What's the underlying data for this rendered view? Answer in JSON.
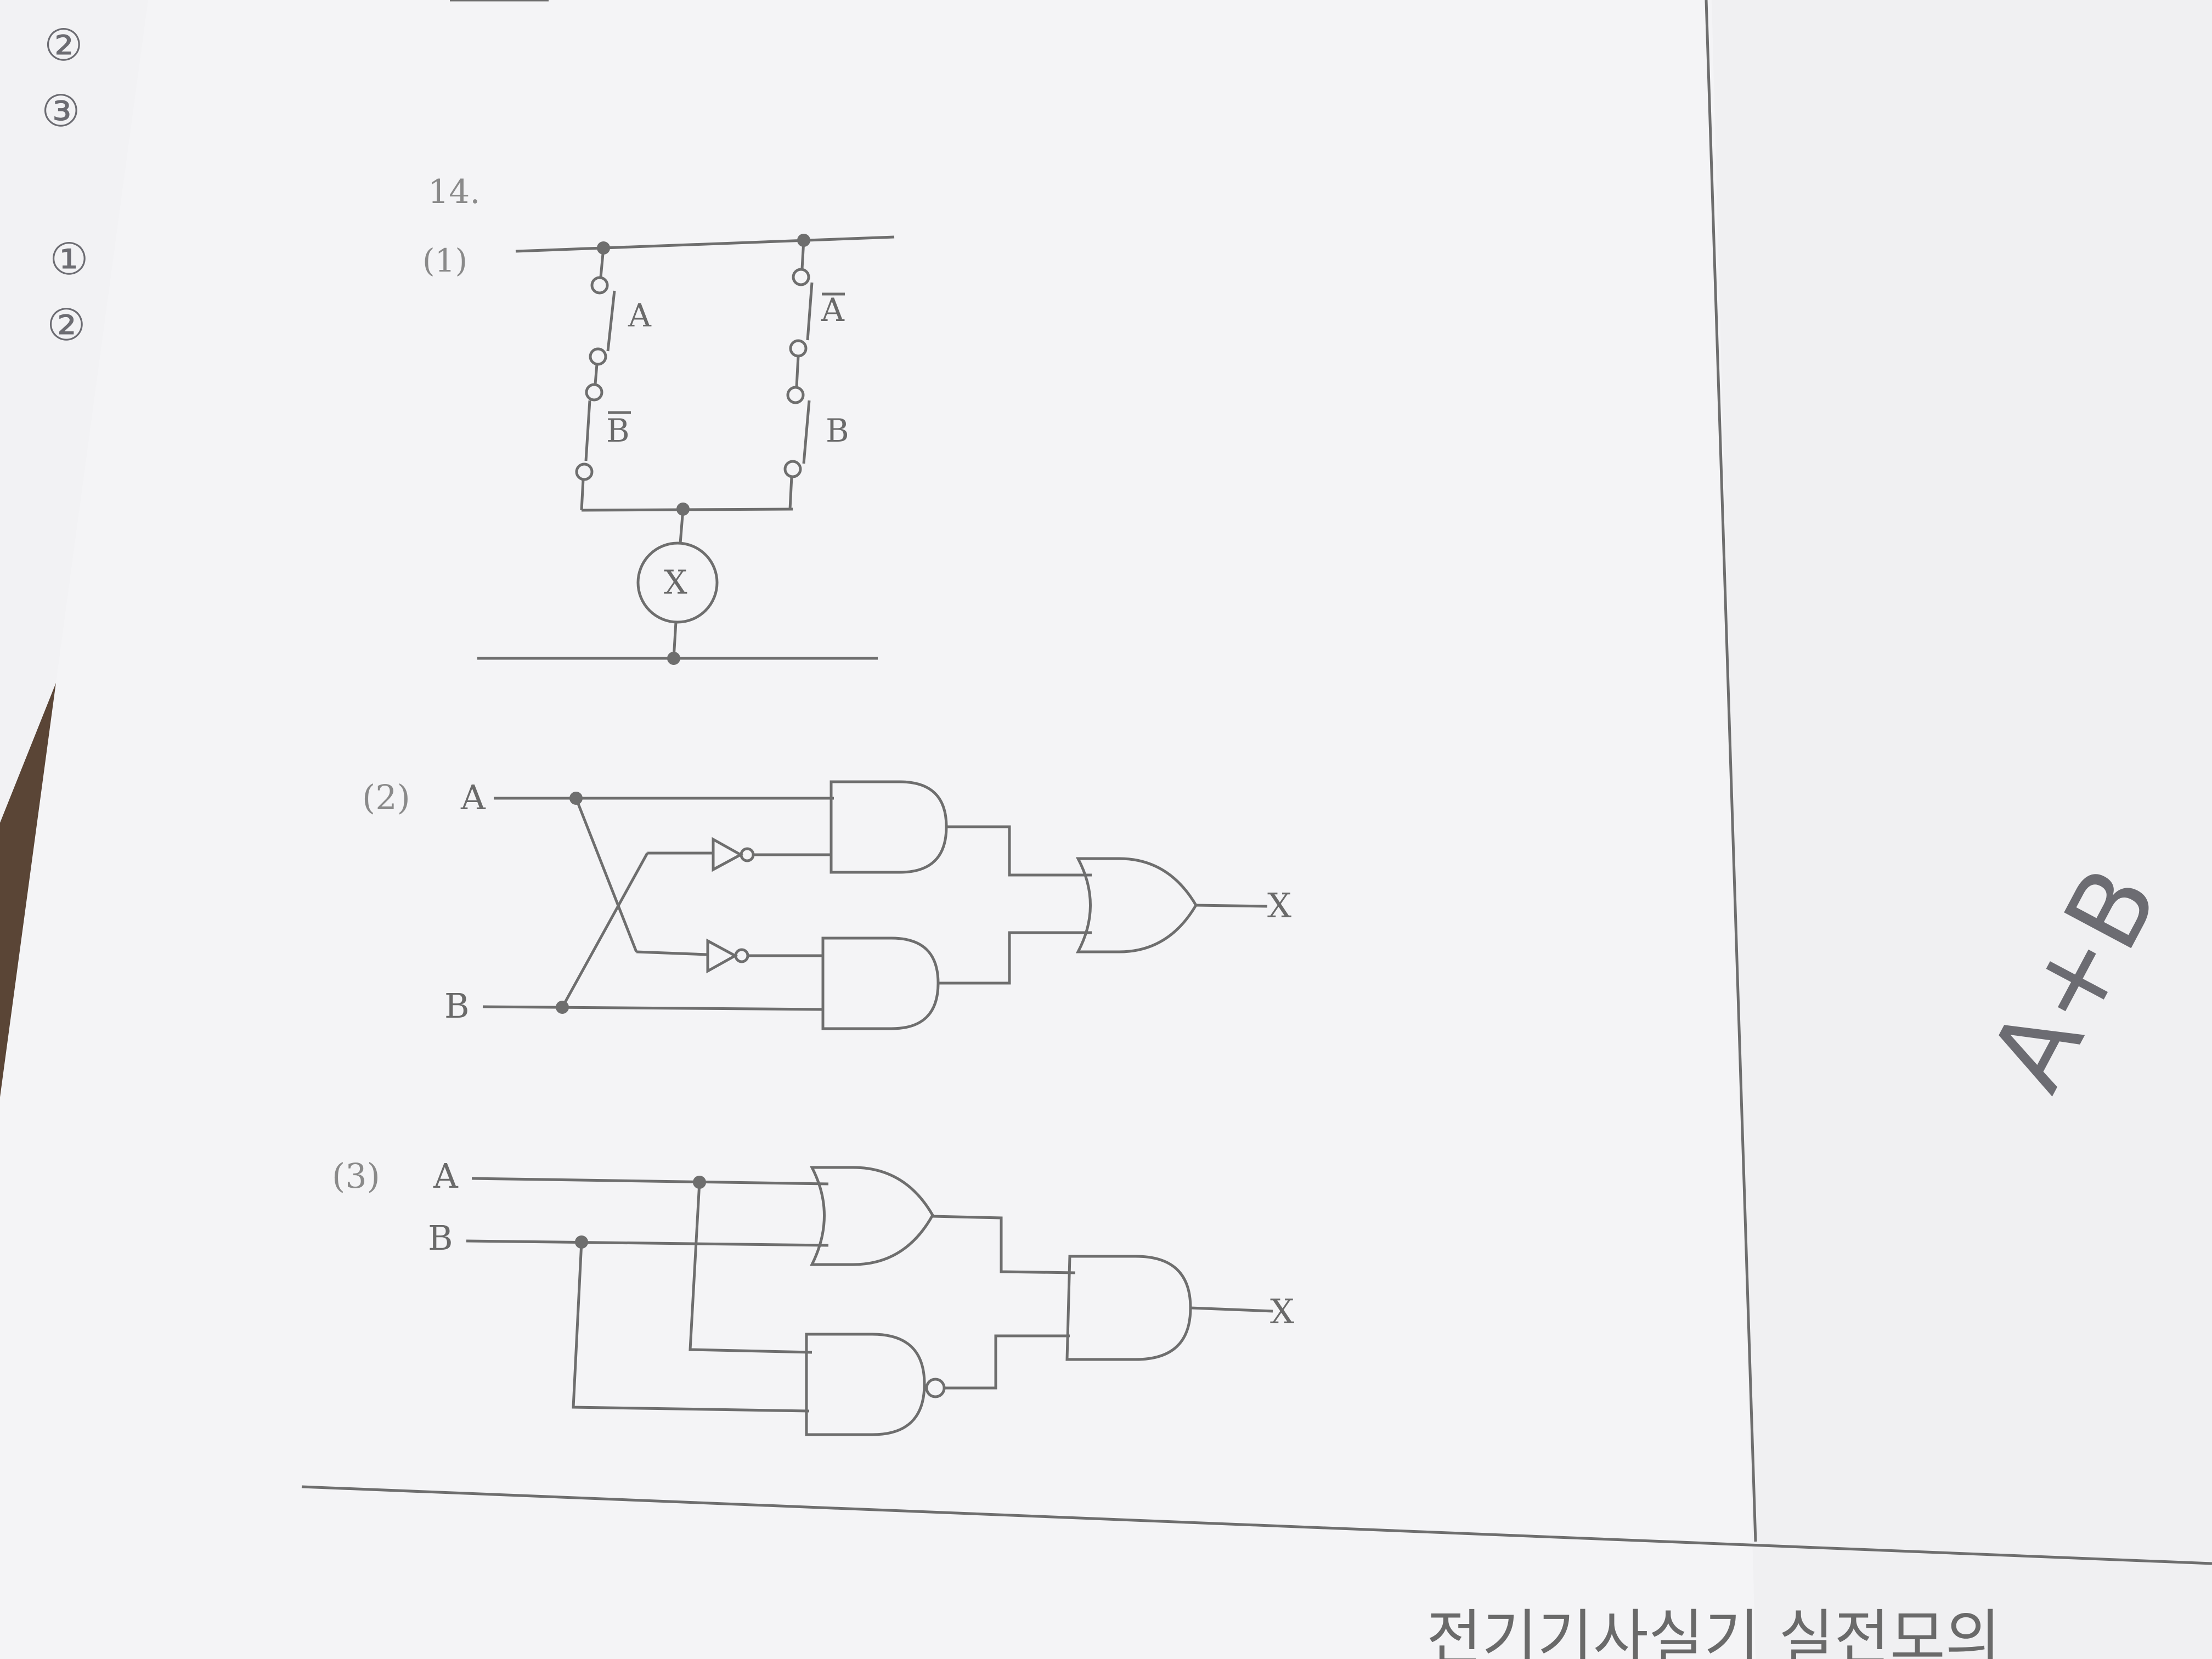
{
  "problem_number": "14.",
  "part1": {
    "label": "(1)",
    "switch_a": "A",
    "switch_a_bar": "A",
    "switch_b_bar": "B",
    "switch_b": "B",
    "relay": "X"
  },
  "part2": {
    "label": "(2)",
    "input_a": "A",
    "input_b": "B",
    "output": "X"
  },
  "part3": {
    "label": "(3)",
    "input_a": "A",
    "input_b": "B",
    "output": "X"
  },
  "handwritten_note": "A+B",
  "left_margin_marks": [
    "②",
    "③",
    "①",
    "②"
  ],
  "footer_text": "전기기사실기 실전모의"
}
